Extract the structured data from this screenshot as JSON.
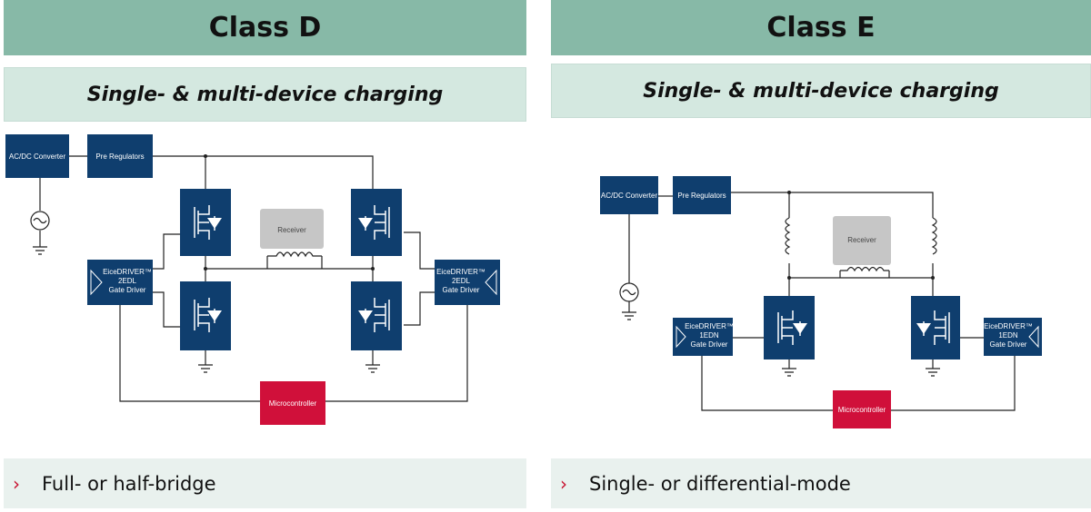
{
  "class_d": {
    "title": "Class D",
    "subtitle": "Single- & multi-device charging",
    "bullet": "Full- or half-bridge",
    "labels": {
      "acdc": "AC/DC Converter",
      "prereg": "Pre Regulators",
      "receiver": "Receiver",
      "micro": "Microcontroller",
      "driver_l1": "EiceDRIVER™",
      "driver_l2": "2EDL",
      "driver_l3": "Gate Driver"
    }
  },
  "class_e": {
    "title": "Class E",
    "subtitle": "Single- & multi-device charging",
    "bullet": "Single- or differential-mode",
    "labels": {
      "acdc": "AC/DC Converter",
      "prereg": "Pre Regulators",
      "receiver": "Receiver",
      "micro": "Microcontroller",
      "driver_l1": "EiceDRIVER™",
      "driver_l2": "1EDN",
      "driver_l3": "Gate Driver"
    }
  },
  "colors": {
    "title_bg": "#87b9a7",
    "subtitle_bg": "#d4e8e0",
    "footer_bg": "#e9f1ee",
    "block": "#0f3e6e",
    "microcontroller": "#d0103a",
    "receiver": "#c6c6c6",
    "bullet": "#c8102e"
  },
  "icons": {
    "bullet": "chevron-right-icon",
    "ac_source": "ac-source-icon",
    "ground": "ground-icon",
    "mosfet": "mosfet-icon",
    "coil": "coil-icon"
  }
}
